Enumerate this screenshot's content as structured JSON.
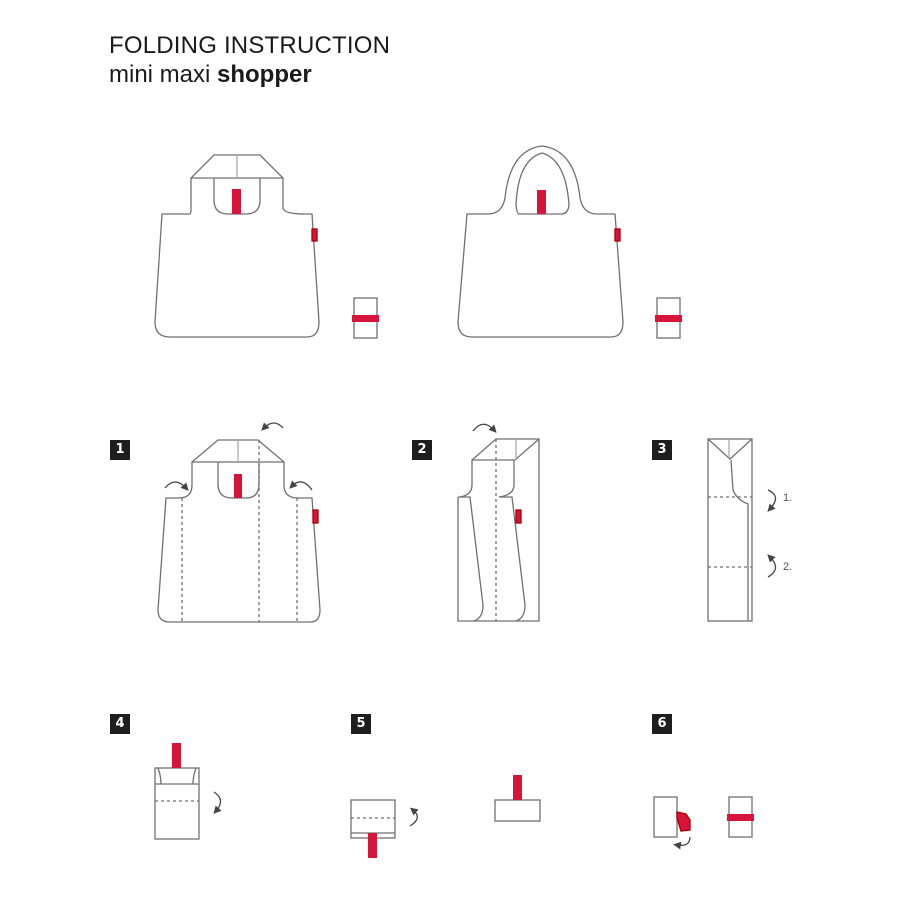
{
  "header": {
    "title_line1": "FOLDING INSTRUCTION",
    "title_line2_regular": "mini maxi ",
    "title_line2_bold": "shopper"
  },
  "colors": {
    "outline": "#707070",
    "accent_red": "#d7153a",
    "badge_bg": "#1e1e1e",
    "text": "#1a1a1a"
  },
  "overview": [
    {
      "name": "shopper-flat-handles",
      "description": "Unfolded shopper with flat handles and folded pouch"
    },
    {
      "name": "shopper-round-handles",
      "description": "Unfolded shopper with rounded handles and folded pouch"
    }
  ],
  "steps": [
    {
      "number": "1",
      "description": "Fold both side panels and handle inward along dashed lines"
    },
    {
      "number": "2",
      "description": "Fold the handle over along center dashed line"
    },
    {
      "number": "3",
      "description": "Fold along dashed lines in order",
      "fold_labels": [
        "1.",
        "2."
      ]
    },
    {
      "number": "4",
      "description": "Fold top section down along dashed line"
    },
    {
      "number": "5",
      "description": "Fold bottom up with red strap"
    },
    {
      "number": "6",
      "description": "Wrap red band around the folded pouch"
    }
  ]
}
